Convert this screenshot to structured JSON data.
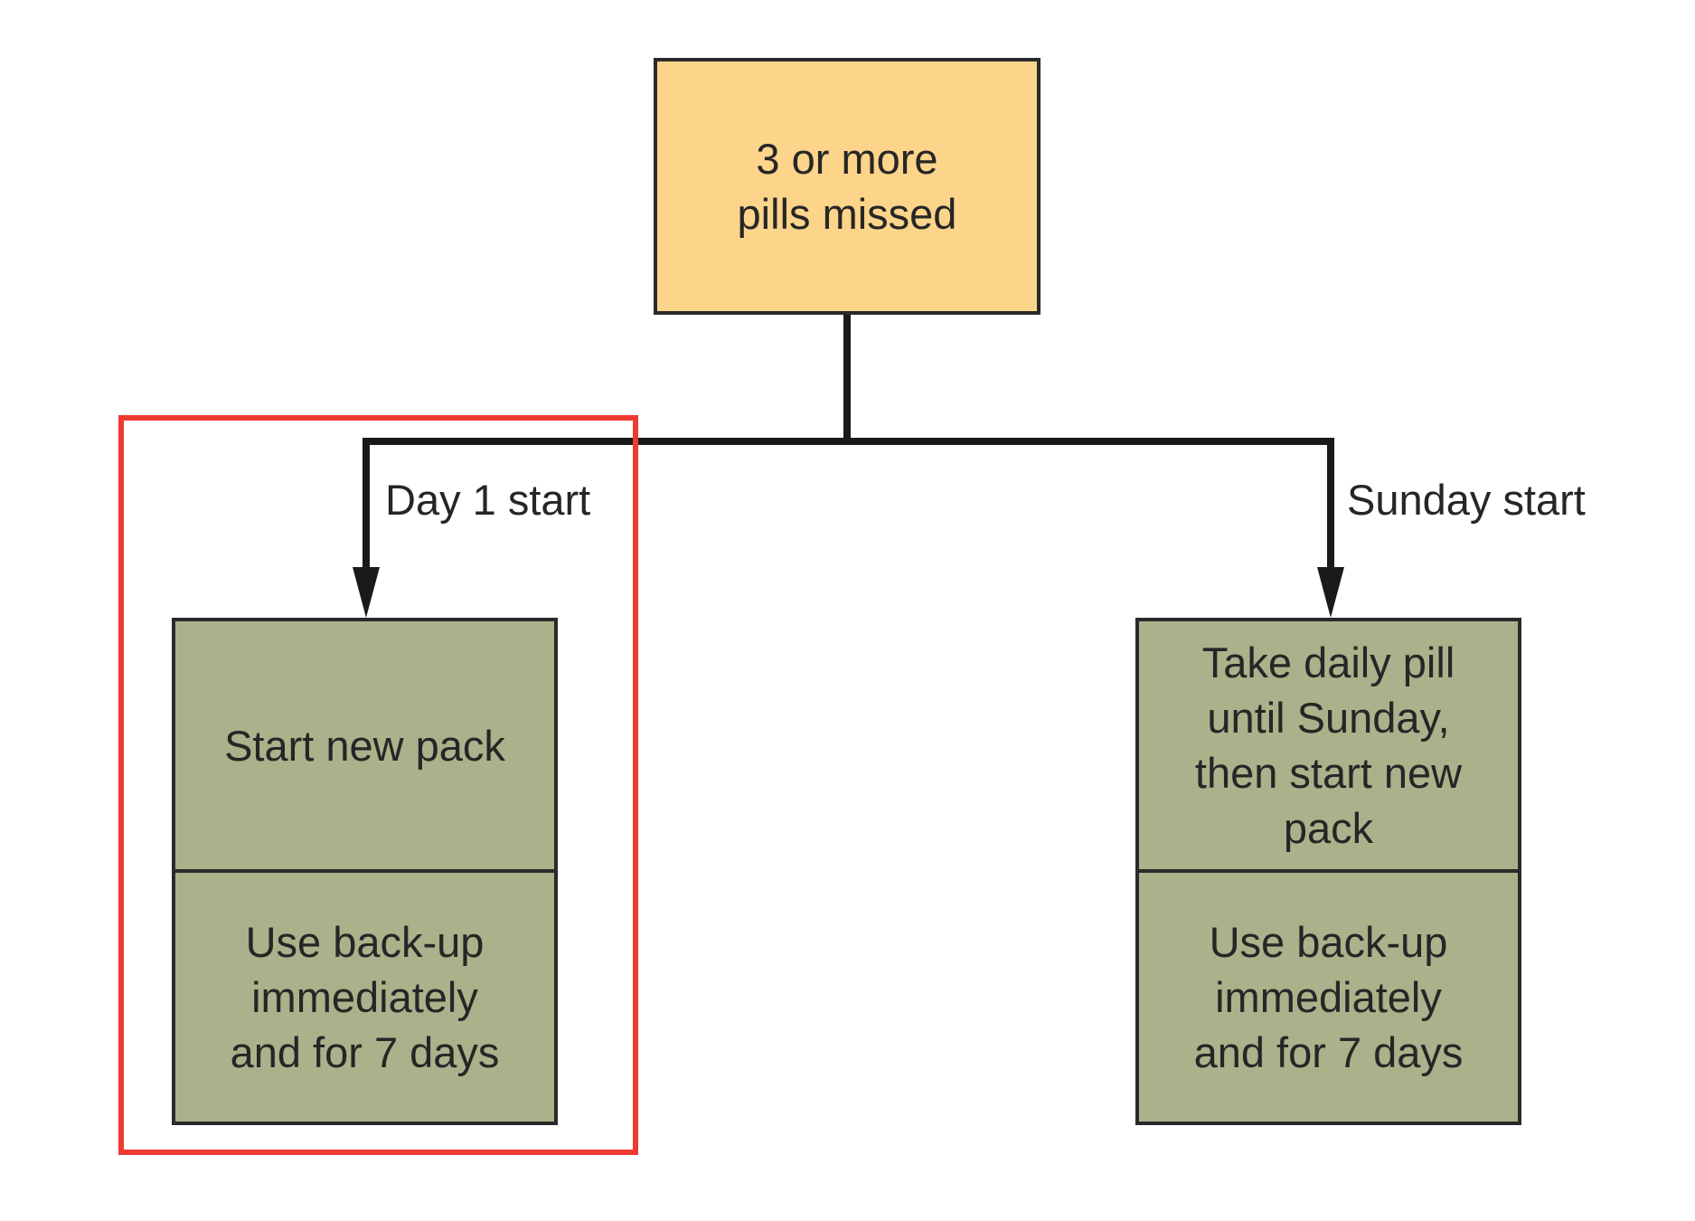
{
  "diagram": {
    "root": {
      "text": "3 or more\npills missed"
    },
    "branches": [
      {
        "label": "Day 1 start",
        "steps": [
          "Start new pack",
          "Use back-up\nimmediately\nand for 7 days"
        ]
      },
      {
        "label": "Sunday start",
        "steps": [
          "Take daily pill\nuntil Sunday,\nthen start new\npack",
          "Use back-up\nimmediately\nand for 7 days"
        ]
      }
    ],
    "highlighted_branch": "Day 1 start",
    "colors": {
      "root_fill": "#fcd48a",
      "step_fill": "#a9b28a",
      "line": "#1a1a1a",
      "highlight": "#ef3a34"
    }
  }
}
